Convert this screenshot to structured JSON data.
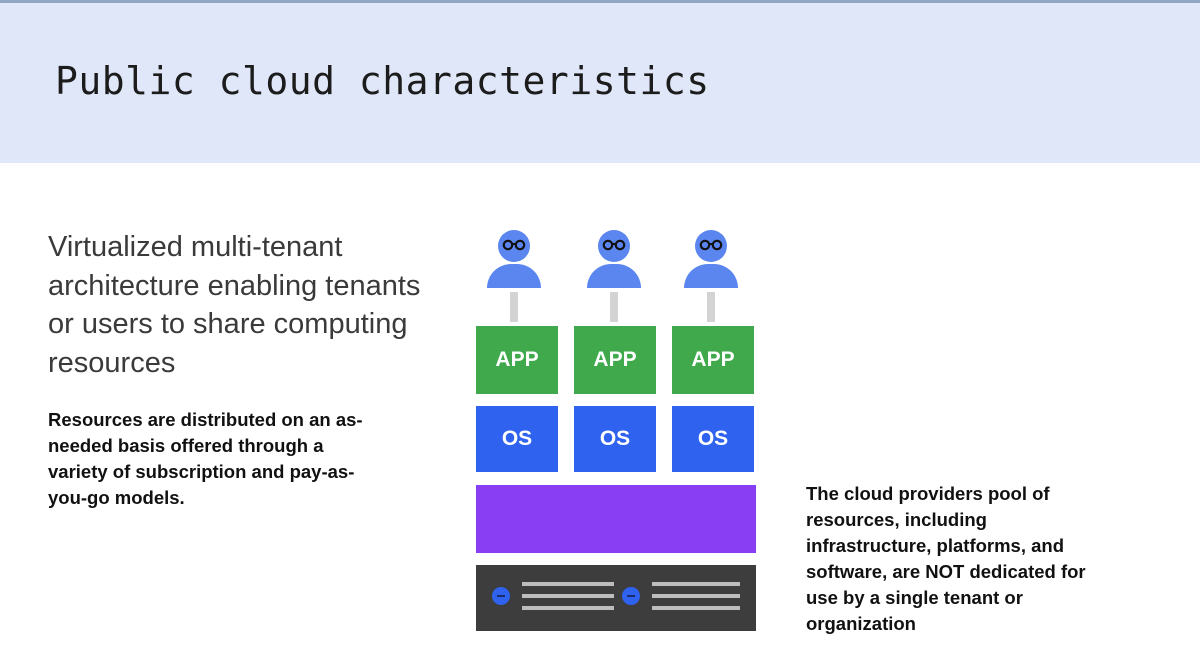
{
  "slide": {
    "title": "Public cloud characteristics",
    "lead_text": "Virtualized multi-tenant architecture enabling tenants or users to share computing resources",
    "sub_text": "Resources are distributed on an as-needed basis offered through a variety of subscription and pay-as-you-go models.",
    "side_note": "The cloud providers pool of resources, including infrastructure, platforms, and software, are NOT dedicated for use by a single tenant or organization"
  },
  "diagram": {
    "tenants": [
      {
        "app_label": "APP",
        "os_label": "OS",
        "icon": "user-glasses-icon"
      },
      {
        "app_label": "APP",
        "os_label": "OS",
        "icon": "user-glasses-icon"
      },
      {
        "app_label": "APP",
        "os_label": "OS",
        "icon": "user-glasses-icon"
      }
    ],
    "colors": {
      "header_band": "#dfe7f9",
      "user": "#5b86f0",
      "app": "#3fa94b",
      "os": "#2f62ee",
      "shared_layer": "#8a3ef4",
      "server": "#3d3d3d"
    }
  }
}
